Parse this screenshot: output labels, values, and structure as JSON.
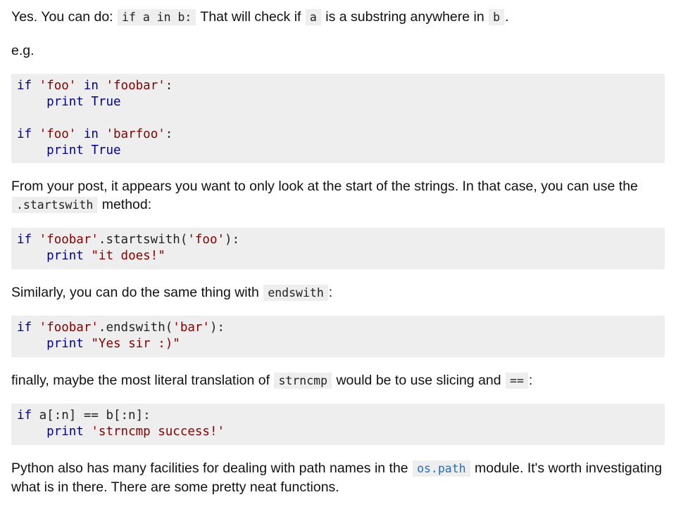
{
  "p1": {
    "text1": "Yes. You can do: ",
    "code1": "if a in b:",
    "text2": " That will check if ",
    "code2": "a",
    "text3": " is a substring anywhere in ",
    "code3": "b",
    "text4": "."
  },
  "p2": {
    "text": "e.g."
  },
  "code1": {
    "l1": {
      "k1": "if",
      "s1": "'foo'",
      "k2": "in",
      "s2": "'foobar'",
      "p": ":"
    },
    "l2": {
      "k": "print",
      "v": "True"
    },
    "l4": {
      "k1": "if",
      "s1": "'foo'",
      "k2": "in",
      "s2": "'barfoo'",
      "p": ":"
    },
    "l5": {
      "k": "print",
      "v": "True"
    }
  },
  "p3": {
    "text1": "From your post, it appears you want to only look at the start of the strings. In that case, you can use the ",
    "code": ".startswith",
    "text2": " method:"
  },
  "code2": {
    "l1": {
      "k": "if",
      "s1": "'foobar'",
      "p1": ".startswith(",
      "s2": "'foo'",
      "p2": "):"
    },
    "l2": {
      "k": "print",
      "s": "\"it does!\""
    }
  },
  "p4": {
    "text1": "Similarly, you can do the same thing with ",
    "code": "endswith",
    "text2": ":"
  },
  "code3": {
    "l1": {
      "k": "if",
      "s1": "'foobar'",
      "p1": ".endswith(",
      "s2": "'bar'",
      "p2": "):"
    },
    "l2": {
      "k": "print",
      "s": "\"Yes sir :)\""
    }
  },
  "p5": {
    "text1": "finally, maybe the most literal translation of ",
    "code1": "strncmp",
    "text2": " would be to use slicing and ",
    "code2": "==",
    "text3": ":"
  },
  "code4": {
    "l1": {
      "k": "if",
      "p": "a[:n] == b[:n]:"
    },
    "l2": {
      "k": "print",
      "s": "'strncmp success!'"
    }
  },
  "p6": {
    "text1": "Python also has many facilities for dealing with path names in the ",
    "code": "os.path",
    "text2": " module. It's worth investigating what is in there. There are some pretty neat functions."
  }
}
